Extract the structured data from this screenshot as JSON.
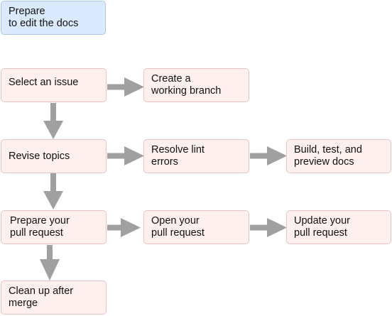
{
  "colors": {
    "arrow": "#a0a0a0",
    "step_fill": "#fdf0ef",
    "step_border": "#e7c5c1",
    "header_fill": "#dbeafe",
    "header_border": "#a9c7ea"
  },
  "steps": {
    "prepare": "Prepare\nto edit the docs",
    "select_issue": "Select an issue",
    "create_branch": "Create a\nworking branch",
    "revise_topics": "Revise topics",
    "resolve_lint": "Resolve lint\nerrors",
    "build_test": "Build, test, and\npreview docs",
    "prepare_pr": "Prepare your\npull request",
    "open_pr": "Open your\npull request",
    "update_pr": "Update your\npull request",
    "clean_up": "Clean up after\nmerge"
  }
}
